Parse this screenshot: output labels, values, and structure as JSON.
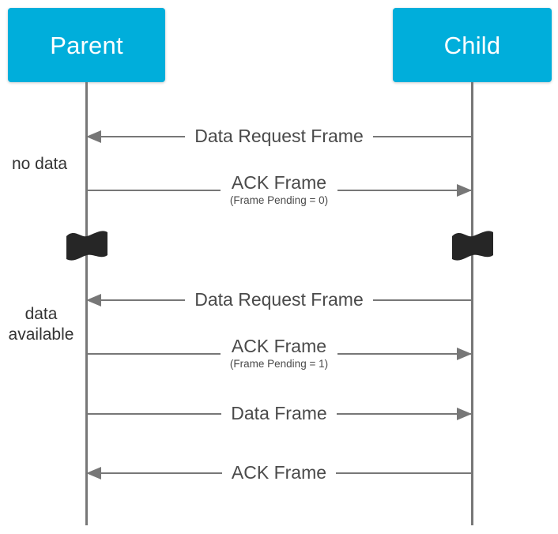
{
  "diagram": {
    "type": "sequence-diagram",
    "colors": {
      "actor_fill": "#00AEDB",
      "actor_text": "#FFFFFF",
      "line": "#777777",
      "label_text": "#4A4A4A",
      "note_text": "#333333",
      "break_symbol": "#262626",
      "background": "#FFFFFF"
    },
    "actors": [
      {
        "id": "parent",
        "label": "Parent"
      },
      {
        "id": "child",
        "label": "Child"
      }
    ],
    "notes": [
      {
        "id": "no-data",
        "text": "no data"
      },
      {
        "id": "data-available",
        "text": "data\navailable"
      }
    ],
    "breaks": [
      {
        "id": "break-parent",
        "on": "parent",
        "symbol": "wave-break"
      },
      {
        "id": "break-child",
        "on": "child",
        "symbol": "wave-break"
      }
    ],
    "messages": [
      {
        "index": 1,
        "label": "Data Request Frame",
        "sub": "",
        "from": "child",
        "to": "parent",
        "direction": "right-to-left"
      },
      {
        "index": 2,
        "label": "ACK Frame",
        "sub": "(Frame Pending = 0)",
        "from": "parent",
        "to": "child",
        "direction": "left-to-right"
      },
      {
        "index": 3,
        "label": "Data Request Frame",
        "sub": "",
        "from": "child",
        "to": "parent",
        "direction": "right-to-left"
      },
      {
        "index": 4,
        "label": "ACK Frame",
        "sub": "(Frame Pending = 1)",
        "from": "parent",
        "to": "child",
        "direction": "left-to-right"
      },
      {
        "index": 5,
        "label": "Data Frame",
        "sub": "",
        "from": "parent",
        "to": "child",
        "direction": "left-to-right"
      },
      {
        "index": 6,
        "label": "ACK Frame",
        "sub": "",
        "from": "child",
        "to": "parent",
        "direction": "right-to-left"
      }
    ]
  }
}
